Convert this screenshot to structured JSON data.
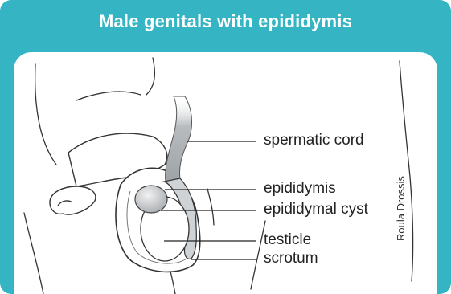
{
  "title": "Male genitals with epididymis",
  "labels": {
    "spermatic_cord": "spermatic cord",
    "epididymis": "epididymis",
    "epididymal_cyst": "epididymal cyst",
    "testicle": "testicle",
    "scrotum": "scrotum"
  },
  "credit": "Roula Drossis",
  "colors": {
    "header_bg": "#35b5c3",
    "panel_bg": "#ffffff",
    "outline": "#333333",
    "cord_fill": "#a9adb0",
    "epididymis_fill": "#cfd3d6"
  }
}
